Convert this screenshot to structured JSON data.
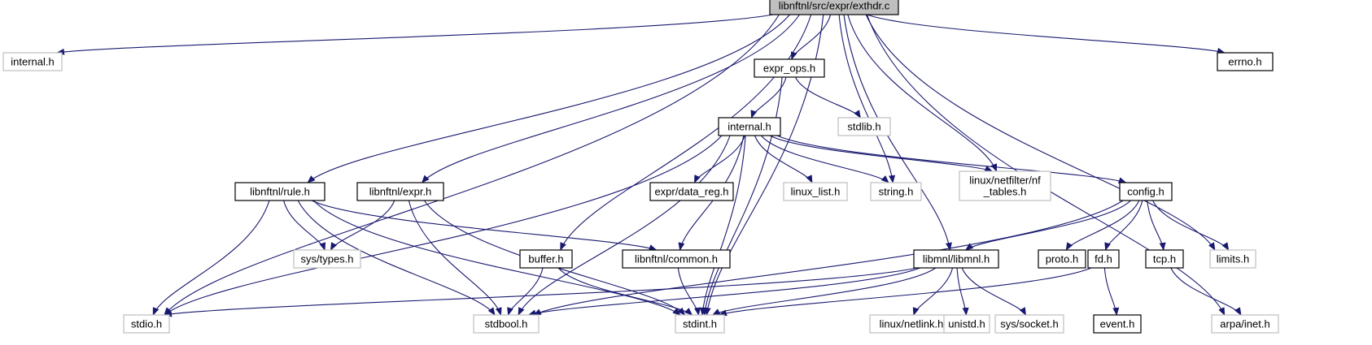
{
  "graph": {
    "nodes": [
      {
        "id": "root",
        "lines": [
          "libnftnl/src/expr/exthdr.c"
        ],
        "style": "root"
      },
      {
        "id": "internal_h_top",
        "lines": [
          "internal.h"
        ],
        "style": "light"
      },
      {
        "id": "errno_h",
        "lines": [
          "errno.h"
        ],
        "style": "dark"
      },
      {
        "id": "expr_ops_h",
        "lines": [
          "expr_ops.h"
        ],
        "style": "dark"
      },
      {
        "id": "stdlib_h",
        "lines": [
          "stdlib.h"
        ],
        "style": "light"
      },
      {
        "id": "internal_h",
        "lines": [
          "internal.h"
        ],
        "style": "dark"
      },
      {
        "id": "rule_h",
        "lines": [
          "libnftnl/rule.h"
        ],
        "style": "dark"
      },
      {
        "id": "expr_h",
        "lines": [
          "libnftnl/expr.h"
        ],
        "style": "dark"
      },
      {
        "id": "data_reg_h",
        "lines": [
          "expr/data_reg.h"
        ],
        "style": "dark"
      },
      {
        "id": "linux_list_h",
        "lines": [
          "linux_list.h"
        ],
        "style": "light"
      },
      {
        "id": "string_h",
        "lines": [
          "string.h"
        ],
        "style": "light"
      },
      {
        "id": "nf_tables_h",
        "lines": [
          "linux/netfilter/nf",
          "_tables.h"
        ],
        "style": "light"
      },
      {
        "id": "config_h",
        "lines": [
          "config.h"
        ],
        "style": "dark"
      },
      {
        "id": "sys_types_h",
        "lines": [
          "sys/types.h"
        ],
        "style": "light"
      },
      {
        "id": "common_h",
        "lines": [
          "libnftnl/common.h"
        ],
        "style": "dark"
      },
      {
        "id": "buffer_h",
        "lines": [
          "buffer.h"
        ],
        "style": "dark"
      },
      {
        "id": "libmnl_h",
        "lines": [
          "libmnl/libmnl.h"
        ],
        "style": "dark"
      },
      {
        "id": "proto_h",
        "lines": [
          "proto.h"
        ],
        "style": "dark"
      },
      {
        "id": "fd_h",
        "lines": [
          "fd.h"
        ],
        "style": "dark"
      },
      {
        "id": "tcp_h",
        "lines": [
          "tcp.h"
        ],
        "style": "dark"
      },
      {
        "id": "limits_h",
        "lines": [
          "limits.h"
        ],
        "style": "light"
      },
      {
        "id": "stdio_h",
        "lines": [
          "stdio.h"
        ],
        "style": "light"
      },
      {
        "id": "stdbool_h",
        "lines": [
          "stdbool.h"
        ],
        "style": "light"
      },
      {
        "id": "stdint_h",
        "lines": [
          "stdint.h"
        ],
        "style": "light"
      },
      {
        "id": "netlink_h",
        "lines": [
          "linux/netlink.h"
        ],
        "style": "light"
      },
      {
        "id": "unistd_h",
        "lines": [
          "unistd.h"
        ],
        "style": "light"
      },
      {
        "id": "socket_h",
        "lines": [
          "sys/socket.h"
        ],
        "style": "light"
      },
      {
        "id": "event_h",
        "lines": [
          "event.h"
        ],
        "style": "dark"
      },
      {
        "id": "arpa_inet_h",
        "lines": [
          "arpa/inet.h"
        ],
        "style": "light"
      }
    ],
    "edges": [
      [
        "root",
        "internal_h_top"
      ],
      [
        "root",
        "errno_h"
      ],
      [
        "root",
        "expr_ops_h"
      ],
      [
        "root",
        "rule_h"
      ],
      [
        "root",
        "expr_h"
      ],
      [
        "root",
        "buffer_h"
      ],
      [
        "root",
        "string_h"
      ],
      [
        "root",
        "nf_tables_h"
      ],
      [
        "root",
        "libmnl_h"
      ],
      [
        "root",
        "limits_h"
      ],
      [
        "root",
        "arpa_inet_h"
      ],
      [
        "root",
        "stdio_h"
      ],
      [
        "root",
        "stdint_h"
      ],
      [
        "expr_ops_h",
        "internal_h"
      ],
      [
        "expr_ops_h",
        "stdlib_h"
      ],
      [
        "expr_ops_h",
        "stdint_h"
      ],
      [
        "internal_h",
        "data_reg_h"
      ],
      [
        "internal_h",
        "linux_list_h"
      ],
      [
        "internal_h",
        "string_h"
      ],
      [
        "internal_h",
        "nf_tables_h"
      ],
      [
        "internal_h",
        "config_h"
      ],
      [
        "internal_h",
        "common_h"
      ],
      [
        "internal_h",
        "stdio_h"
      ],
      [
        "internal_h",
        "stdbool_h"
      ],
      [
        "internal_h",
        "stdint_h"
      ],
      [
        "rule_h",
        "sys_types_h"
      ],
      [
        "rule_h",
        "common_h"
      ],
      [
        "rule_h",
        "stdio_h"
      ],
      [
        "rule_h",
        "stdbool_h"
      ],
      [
        "rule_h",
        "stdint_h"
      ],
      [
        "expr_h",
        "sys_types_h"
      ],
      [
        "expr_h",
        "stdbool_h"
      ],
      [
        "expr_h",
        "stdint_h"
      ],
      [
        "config_h",
        "libmnl_h"
      ],
      [
        "config_h",
        "proto_h"
      ],
      [
        "config_h",
        "fd_h"
      ],
      [
        "config_h",
        "tcp_h"
      ],
      [
        "config_h",
        "limits_h"
      ],
      [
        "config_h",
        "stdbool_h"
      ],
      [
        "common_h",
        "stdint_h"
      ],
      [
        "buffer_h",
        "stdbool_h"
      ],
      [
        "buffer_h",
        "stdint_h"
      ],
      [
        "libmnl_h",
        "stdio_h"
      ],
      [
        "libmnl_h",
        "stdbool_h"
      ],
      [
        "libmnl_h",
        "stdint_h"
      ],
      [
        "libmnl_h",
        "netlink_h"
      ],
      [
        "libmnl_h",
        "unistd_h"
      ],
      [
        "libmnl_h",
        "socket_h"
      ],
      [
        "fd_h",
        "stdint_h"
      ],
      [
        "fd_h",
        "event_h"
      ],
      [
        "tcp_h",
        "arpa_inet_h"
      ]
    ]
  }
}
